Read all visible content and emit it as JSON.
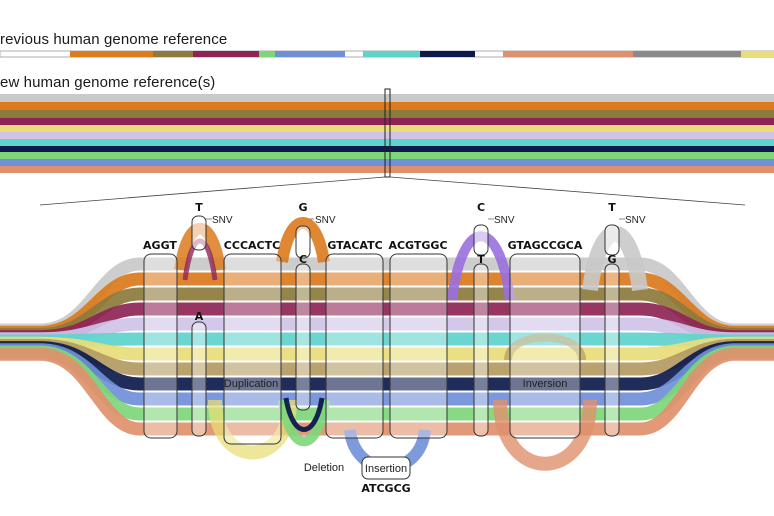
{
  "headings": {
    "previous": "revious human genome reference",
    "new": "ew human genome reference(s)"
  },
  "colors": {
    "grey": "#c9c9c9",
    "orange": "#dc7a1c",
    "olive": "#8c7b3c",
    "maroon": "#8e2456",
    "lavender": "#cfc3e8",
    "blue": "#6f8fd8",
    "aqua": "#5ed3cc",
    "navy": "#0d1a4b",
    "salmon": "#e0906c",
    "yellow": "#e8dd78",
    "green": "#7ed67a",
    "purple": "#9a6fe0",
    "darkgrey": "#8a8a8a",
    "tan": "#b39a62"
  },
  "segments": [
    {
      "id": "seg1",
      "sequence": "AGGT"
    },
    {
      "id": "seg2",
      "sequence": "CCCACTC"
    },
    {
      "id": "seg3",
      "sequence": "GTACATC"
    },
    {
      "id": "seg4",
      "sequence": "ACGTGGC"
    },
    {
      "id": "seg5",
      "sequence": "GTAGCCGCA"
    }
  ],
  "variants": [
    {
      "id": "snv1",
      "top_base": "T",
      "bottom_base": "A",
      "label": "SNV"
    },
    {
      "id": "snv2",
      "top_base": "G",
      "bottom_base": "C",
      "label": "SNV"
    },
    {
      "id": "snv3",
      "top_base": "C",
      "bottom_base": "T",
      "label": "SNV"
    },
    {
      "id": "snv4",
      "top_base": "T",
      "bottom_base": "G",
      "label": "SNV"
    }
  ],
  "events": {
    "duplication": "Duplication",
    "deletion": "Deletion",
    "insertion": "Insertion",
    "insertion_sequence": "ATCGCG",
    "inversion": "Inversion"
  }
}
